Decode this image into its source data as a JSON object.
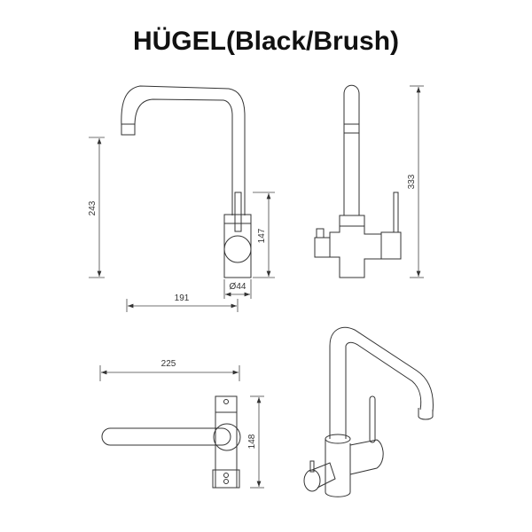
{
  "title": "HÜGEL(Black/Brush)",
  "dimensions": {
    "front_height": "243",
    "body_height": "147",
    "body_diameter": "Ø44",
    "spout_reach": "191",
    "total_height": "333",
    "top_length": "225",
    "top_width": "148"
  },
  "colors": {
    "line": "#333333",
    "background": "#ffffff"
  }
}
